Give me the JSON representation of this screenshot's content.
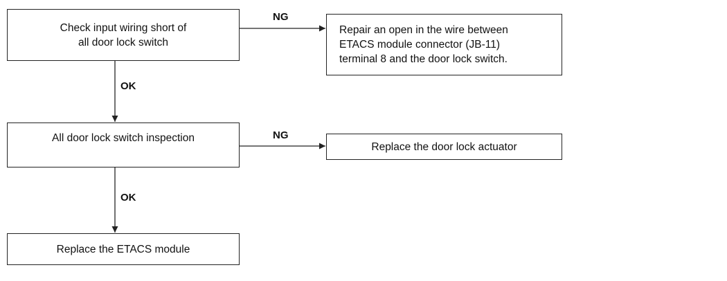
{
  "steps": {
    "check_wiring": {
      "lines": [
        "Check input wiring short of",
        "all door lock switch"
      ]
    },
    "switch_inspection": {
      "lines": [
        "All door lock switch inspection"
      ]
    },
    "replace_etacs": {
      "lines": [
        "Replace the ETACS module"
      ]
    },
    "repair_open": {
      "lines": [
        "Repair an open in the wire between",
        "ETACS module connector (JB-11)",
        "terminal 8 and the door lock switch."
      ]
    },
    "replace_actuator": {
      "lines": [
        "Replace the door lock actuator"
      ]
    }
  },
  "edges": {
    "ok_1": "OK",
    "ok_2": "OK",
    "ng_1": "NG",
    "ng_2": "NG"
  },
  "colors": {
    "line": "#222222",
    "text": "#111111",
    "background": "#ffffff"
  }
}
